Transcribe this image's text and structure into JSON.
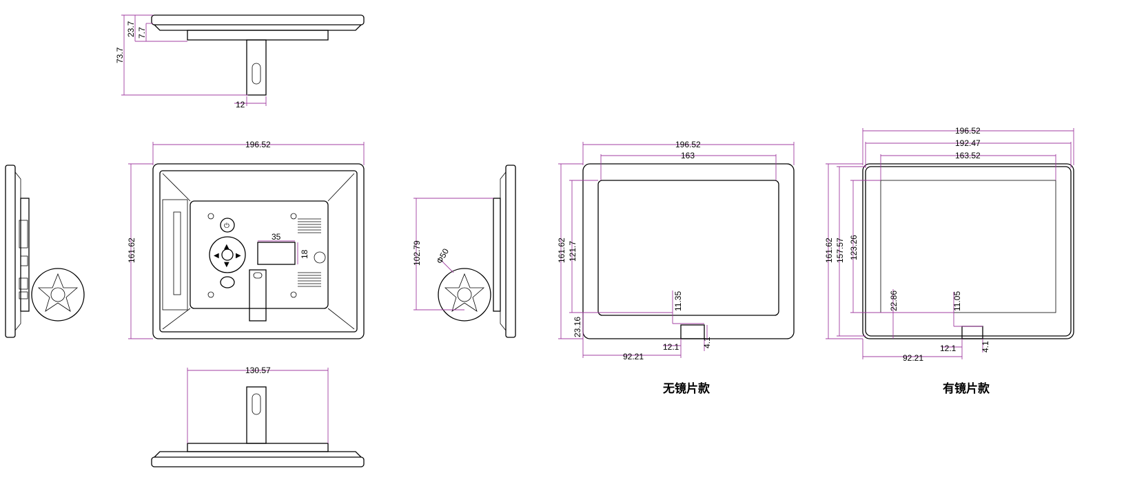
{
  "top_view": {
    "d_total_depth": "73.7",
    "d_rim": "23.7",
    "d_inner": "7.7",
    "d_stand_width": "12"
  },
  "back_view": {
    "d_width": "196.52",
    "d_height": "161.62",
    "d_window_w": "35",
    "d_window_h": "18",
    "button_icons": {
      "power": "power-icon",
      "play": "play-pause-icon",
      "menu": "menu-icon"
    }
  },
  "bottom_view": {
    "d_width": "130.57"
  },
  "side_view_right": {
    "d_height": "102.79",
    "d_foot_diameter": "Φ50"
  },
  "front_no_glass": {
    "caption": "无镜片款",
    "d_outer_w": "196.52",
    "d_screen_w": "163",
    "d_outer_h": "161.62",
    "d_screen_h": "121.7",
    "d_bottom_margin": "23.16",
    "d_gap": "11.35",
    "d_left_offset": "92.21",
    "d_tab_w": "12.1",
    "d_tab_h": "4.1"
  },
  "front_with_glass": {
    "caption": "有镜片款",
    "d_outer_w": "196.52",
    "d_glass_w": "192.47",
    "d_screen_w": "163.52",
    "d_outer_h": "161.62",
    "d_glass_h": "157.57",
    "d_screen_h": "123.26",
    "d_bottom_margin": "22.86",
    "d_gap": "11.05",
    "d_left_offset": "92.21",
    "d_tab_w": "12.1",
    "d_tab_h": "4.1"
  }
}
